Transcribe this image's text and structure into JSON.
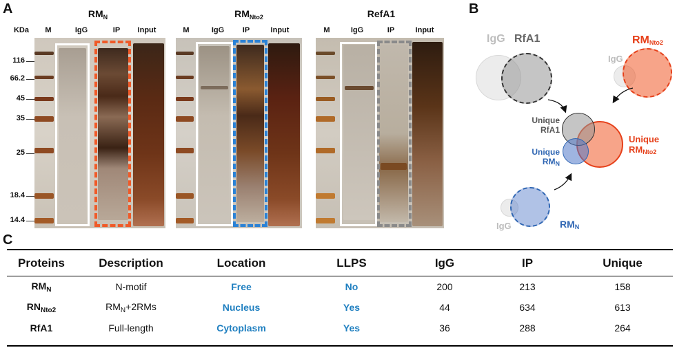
{
  "panel_a": {
    "letter": "A",
    "kda_label": "KDa",
    "markers": [
      "116",
      "66.2",
      "45",
      "35",
      "25",
      "18.4",
      "14.4"
    ],
    "gels": [
      {
        "title": "RM",
        "title_sub": "N",
        "lanes": [
          "M",
          "IgG",
          "IP",
          "Input"
        ],
        "ip_box_color": "#f05a28"
      },
      {
        "title": "RM",
        "title_sub": "Nto2",
        "lanes": [
          "M",
          "IgG",
          "IP",
          "Input"
        ],
        "ip_box_color": "#2a82d6"
      },
      {
        "title": "RefA1",
        "title_sub": "",
        "lanes": [
          "M",
          "IgG",
          "IP",
          "Input"
        ],
        "ip_box_color": "#8a8a8a"
      }
    ]
  },
  "panel_b": {
    "letter": "B",
    "venn_rfa1": {
      "left": "IgG",
      "right": "RfA1"
    },
    "venn_rmnto2": {
      "left": "IgG",
      "right": "RM",
      "right_sub": "Nto2"
    },
    "venn_rmn": {
      "left": "IgG",
      "right": "RM",
      "right_sub": "N"
    },
    "center": {
      "rfa1_line1": "Unique",
      "rfa1_line2": "RfA1",
      "rmn_line1": "Unique",
      "rmn_line2": "RM",
      "rmn_sub": "N",
      "rmnto2_line1": "Unique",
      "rmnto2_line2": "RM",
      "rmnto2_sub": "Nto2"
    },
    "colors": {
      "gray": "#bdbdbd",
      "red": "#f05a28",
      "blue": "#2f66b3"
    }
  },
  "panel_c": {
    "letter": "C",
    "headers": [
      "Proteins",
      "Description",
      "Location",
      "LLPS",
      "IgG",
      "IP",
      "Unique"
    ],
    "rows": [
      {
        "protein": "RM",
        "protein_sub": "N",
        "description": "N-motif",
        "description_sub": "",
        "description_tail": "",
        "location": "Free",
        "llps": "No",
        "igg": "200",
        "ip": "213",
        "unique": "158"
      },
      {
        "protein": "RN",
        "protein_sub": "Nto2",
        "description": "RM",
        "description_sub": "N",
        "description_tail": "+2RMs",
        "location": "Nucleus",
        "llps": "Yes",
        "igg": "44",
        "ip": "634",
        "unique": "613"
      },
      {
        "protein": "RfA1",
        "protein_sub": "",
        "description": "Full-length",
        "description_sub": "",
        "description_tail": "",
        "location": "Cytoplasm",
        "llps": "Yes",
        "igg": "36",
        "ip": "288",
        "unique": "264"
      }
    ],
    "accent_color": "#1f7fc0"
  }
}
